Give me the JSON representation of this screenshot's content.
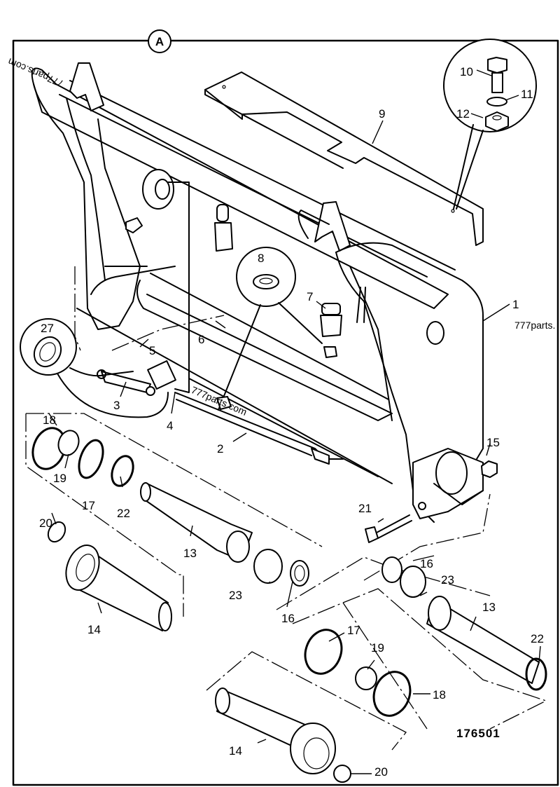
{
  "diagram": {
    "view_label": "A",
    "figure_number": "176501",
    "watermarks": [
      "777parts.com",
      "777parts.",
      "777parts.com"
    ],
    "callouts": [
      {
        "id": "1",
        "label": "1"
      },
      {
        "id": "2",
        "label": "2"
      },
      {
        "id": "3",
        "label": "3"
      },
      {
        "id": "4",
        "label": "4"
      },
      {
        "id": "5",
        "label": "5"
      },
      {
        "id": "6",
        "label": "6"
      },
      {
        "id": "7",
        "label": "7"
      },
      {
        "id": "8",
        "label": "8"
      },
      {
        "id": "9",
        "label": "9"
      },
      {
        "id": "10",
        "label": "10"
      },
      {
        "id": "11",
        "label": "11"
      },
      {
        "id": "12",
        "label": "12"
      },
      {
        "id": "13a",
        "label": "13"
      },
      {
        "id": "13b",
        "label": "13"
      },
      {
        "id": "14a",
        "label": "14"
      },
      {
        "id": "14b",
        "label": "14"
      },
      {
        "id": "15",
        "label": "15"
      },
      {
        "id": "16a",
        "label": "16"
      },
      {
        "id": "16b",
        "label": "16"
      },
      {
        "id": "17a",
        "label": "17"
      },
      {
        "id": "17b",
        "label": "17"
      },
      {
        "id": "18a",
        "label": "18"
      },
      {
        "id": "18b",
        "label": "18"
      },
      {
        "id": "19a",
        "label": "19"
      },
      {
        "id": "19b",
        "label": "19"
      },
      {
        "id": "20a",
        "label": "20"
      },
      {
        "id": "20b",
        "label": "20"
      },
      {
        "id": "21",
        "label": "21"
      },
      {
        "id": "22a",
        "label": "22"
      },
      {
        "id": "22b",
        "label": "22"
      },
      {
        "id": "23a",
        "label": "23"
      },
      {
        "id": "23b",
        "label": "23"
      },
      {
        "id": "27",
        "label": "27"
      }
    ]
  }
}
